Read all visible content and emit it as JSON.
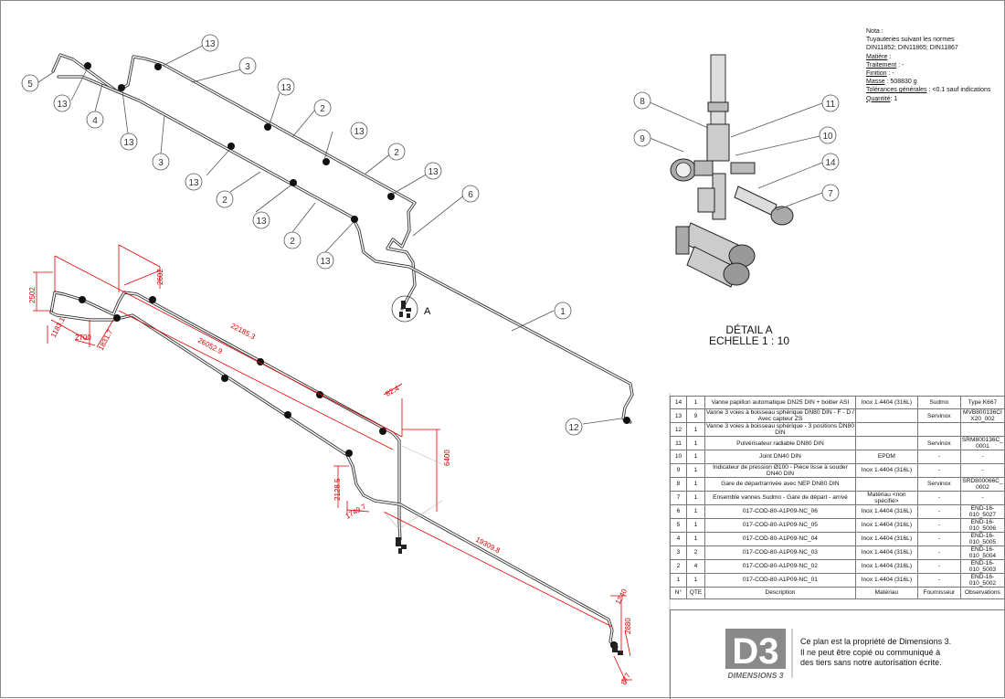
{
  "notes": {
    "heading": "Nota :",
    "line1": "Tuyauteries suivant les normes",
    "line2": "DIN11852; DIN11865; DIN11867",
    "matiere_label": "Matière",
    "matiere_value": " :",
    "traitement_label": "Traitement",
    "traitement_value": " : -",
    "finition_label": "Finition",
    "finition_value": " : -",
    "masse_label": "Masse",
    "masse_value": " : 508830 g",
    "tolerances_label": "Tolérances générales",
    "tolerances_value": " : <0.1 sauf indications",
    "quantite_label": "Quantité",
    "quantite_value": ": 1"
  },
  "detail": {
    "title": "DÉTAIL A",
    "scale": "ECHELLE 1 : 10",
    "marker": "A"
  },
  "balloons": {
    "b13a": "13",
    "b5": "5",
    "b13b": "13",
    "b4": "4",
    "b13c": "13",
    "b3a": "3",
    "b3b": "3",
    "b13d": "13",
    "b2a": "2",
    "b13e": "13",
    "b2b": "2",
    "b13f": "13",
    "b2c": "2",
    "b13g": "13",
    "b13h": "13",
    "b6": "6",
    "b2d": "2",
    "b13i": "13",
    "b1": "1",
    "b12": "12",
    "d8": "8",
    "d9": "9",
    "d11": "11",
    "d10": "10",
    "d14": "14",
    "d7": "7"
  },
  "dims": {
    "d2502a": "2502",
    "d2602": "2602",
    "d22185": "22185.3",
    "d1183": "1183.1",
    "d2700": "2700",
    "d1831": "1831.7",
    "d26052": "26052.9",
    "d82": "82.4",
    "d6400": "6400",
    "d2128": "2128.5",
    "d1749": "1749.7",
    "d19309": "19309.8",
    "d1340": "1340",
    "d2880": "2880",
    "d877": "877"
  },
  "bom": {
    "header": {
      "no": "N°",
      "qte": "QTE",
      "desc": "Description",
      "mat": "Matériau",
      "four": "Fournisseur",
      "obs": "Observations"
    },
    "rows": [
      {
        "no": "14",
        "qte": "1",
        "desc": "Vanne papillon automatique DN25 DIN + boitier ASI",
        "mat": "Inox 1.4404 (316L)",
        "four": "Sudmo",
        "obs": "Type K667"
      },
      {
        "no": "13",
        "qte": "9",
        "desc": "Vanne 3 voies à boisseau sphérique DN80 DIN - F - D / Avec capteur ZS",
        "mat": "",
        "four": "Servinox",
        "obs": "MVB800136CI X20_002"
      },
      {
        "no": "12",
        "qte": "1",
        "desc": "Vanne 3 voies à boisseau sphérique - 3 positions DN80 DIN",
        "mat": "",
        "four": "",
        "obs": ""
      },
      {
        "no": "11",
        "qte": "1",
        "desc": "Pulvérisateur radiable DN80 DIN",
        "mat": "",
        "four": "Servinox",
        "obs": "SRM800136C_ 0001"
      },
      {
        "no": "10",
        "qte": "1",
        "desc": "Joint DN40 DIN",
        "mat": "EPDM",
        "four": "-",
        "obs": "-"
      },
      {
        "no": "9",
        "qte": "1",
        "desc": "Indicateur de pression Ø100 - Pièce lisse à souder DN40 DIN",
        "mat": "Inox 1.4404 (316L)",
        "four": "-",
        "obs": "-"
      },
      {
        "no": "8",
        "qte": "1",
        "desc": "Gare de départ/arrivée avec NEP DN80 DIN",
        "mat": "",
        "four": "Servinox",
        "obs": "SRD800066C_ 0002"
      },
      {
        "no": "7",
        "qte": "1",
        "desc": "Ensemble vannes Sudmo - Gare de départ - arrivé",
        "mat": "Matériau <non spécifié>",
        "four": "-",
        "obs": "-"
      },
      {
        "no": "6",
        "qte": "1",
        "desc": "017-COD-80-A1P09-NC_06",
        "mat": "Inox 1.4404 (316L)",
        "four": "-",
        "obs": "END-16-010_5027"
      },
      {
        "no": "5",
        "qte": "1",
        "desc": "017-COD-80-A1P09-NC_05",
        "mat": "Inox 1.4404 (316L)",
        "four": "-",
        "obs": "END-16-010_5006"
      },
      {
        "no": "4",
        "qte": "1",
        "desc": "017-COD-80-A1P09-NC_04",
        "mat": "Inox 1.4404 (316L)",
        "four": "-",
        "obs": "END-16-010_5005"
      },
      {
        "no": "3",
        "qte": "2",
        "desc": "017-COD-80-A1P09-NC_03",
        "mat": "Inox 1.4404 (316L)",
        "four": "-",
        "obs": "END-16-010_5004"
      },
      {
        "no": "2",
        "qte": "4",
        "desc": "017-COD-80-A1P09-NC_02",
        "mat": "Inox 1.4404 (316L)",
        "four": "-",
        "obs": "END-16-010_5003"
      },
      {
        "no": "1",
        "qte": "1",
        "desc": "017-COD-80-A1P09-NC_01",
        "mat": "Inox 1.4404 (316L)",
        "four": "-",
        "obs": "END-16-010_5002"
      }
    ]
  },
  "logo": {
    "mark": "D3",
    "name": "DIMENSIONS 3"
  },
  "ownership": {
    "line1": "Ce plan est la propriété de Dimensions 3.",
    "line2": "Il ne peut être copié ou communiqué à",
    "line3": "des tiers sans notre autorisation écrite."
  },
  "colors": {
    "dimension": "#e00000",
    "lines": "#333333",
    "logo_fill": "#8a8a8a"
  }
}
